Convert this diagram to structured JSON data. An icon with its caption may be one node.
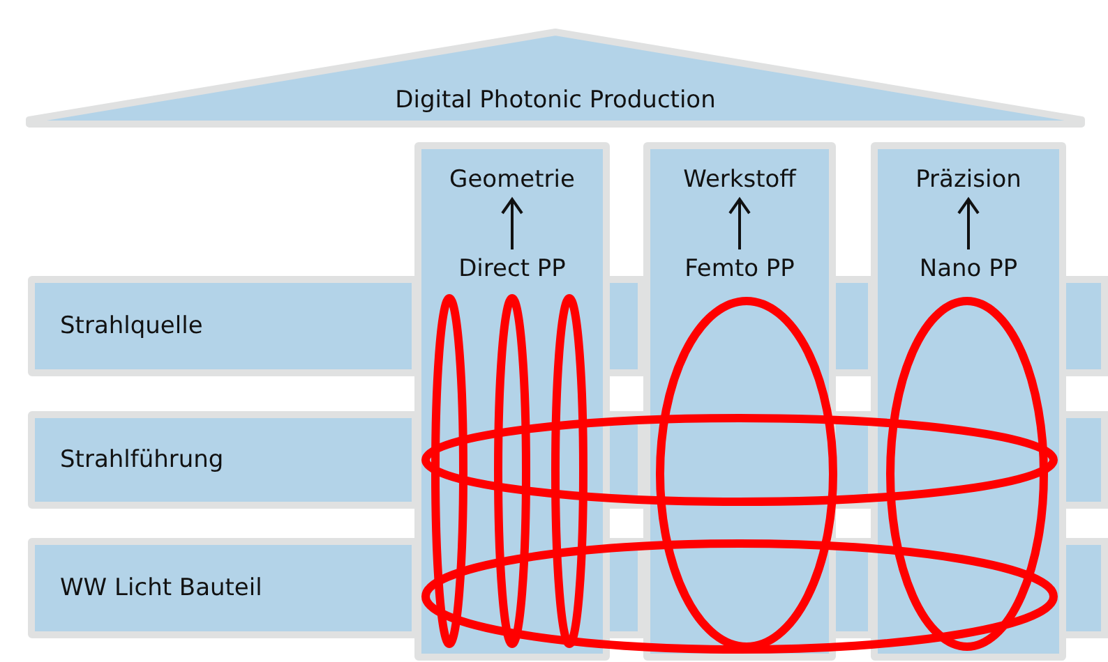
{
  "diagram": {
    "nodes": [
      {
        "text": [
          "Digital Photonic Production"
        ]
      },
      {
        "text": [],
        "shape": "box"
      },
      {
        "text": [
          "Geometrie"
        ],
        "in": 1
      },
      {
        "text": [
          "Direct PP"
        ],
        "in": 1
      },
      {
        "text": [],
        "shape": "box"
      },
      {
        "text": [
          "Werkstoff"
        ],
        "in": 4
      },
      {
        "text": [
          "Femto PP"
        ],
        "in": 4
      },
      {
        "text": [],
        "shape": "box"
      },
      {
        "text": [
          "Präzision"
        ],
        "in": 7
      },
      {
        "text": [
          "Nano PP"
        ],
        "in": 7
      },
      {
        "text": [
          "Strahlquelle"
        ]
      },
      {
        "text": [
          "Strahlführung"
        ]
      },
      {
        "text": [
          "WW Licht Bauteil"
        ]
      }
    ],
    "edges": [
      {
        "from": 3,
        "to": 2,
        "arrow": "to"
      },
      {
        "from": 6,
        "to": 5,
        "arrow": "to"
      },
      {
        "from": 9,
        "to": 8,
        "arrow": "to"
      }
    ]
  }
}
